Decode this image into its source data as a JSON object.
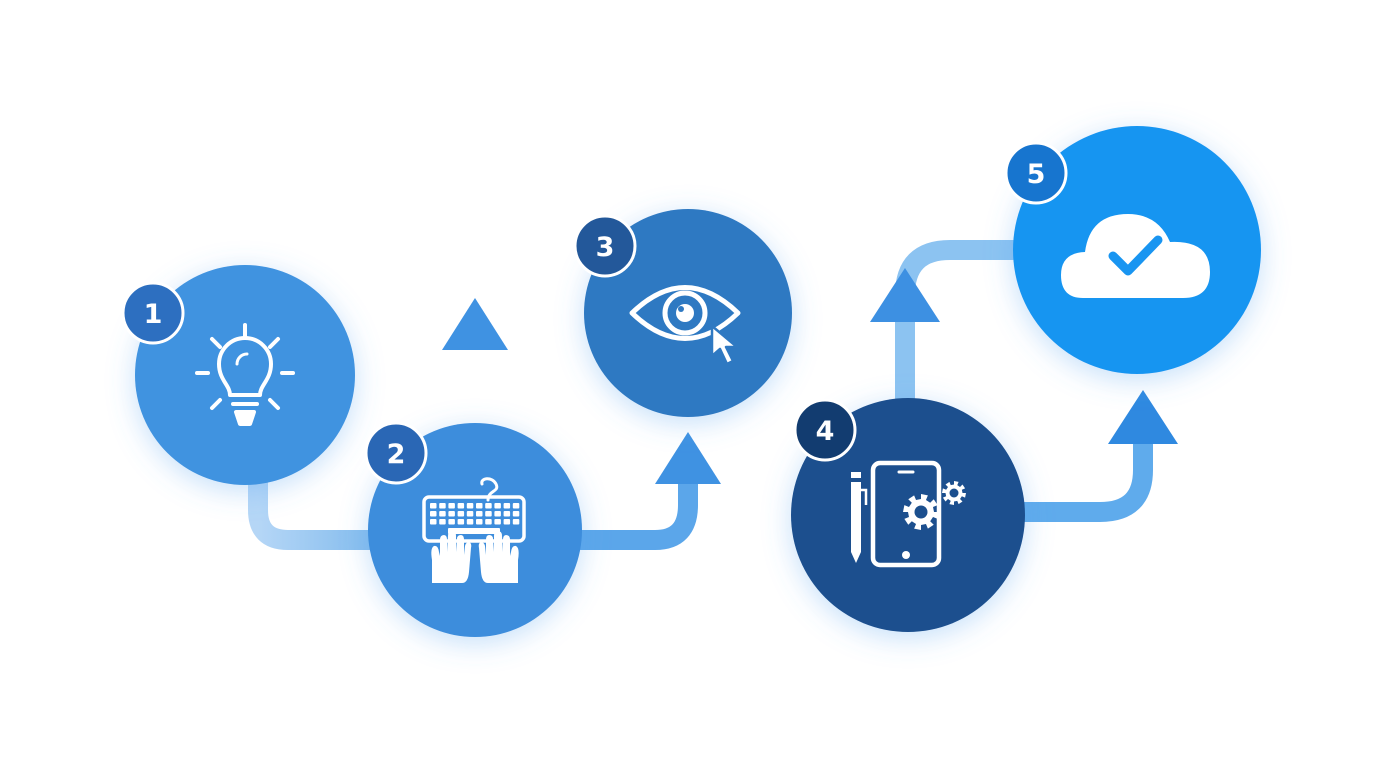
{
  "steps": [
    {
      "number": "1",
      "icon": "lightbulb-icon",
      "color": "#3f93e0",
      "badge_color": "#2d6fc0"
    },
    {
      "number": "2",
      "icon": "keyboard-hands-icon",
      "color": "#3c8ddc",
      "badge_color": "#2a67b5"
    },
    {
      "number": "3",
      "icon": "eye-cursor-icon",
      "color": "#2f79c2",
      "badge_color": "#23589a"
    },
    {
      "number": "4",
      "icon": "tablet-gears-pen-icon",
      "color": "#1b4f8e",
      "badge_color": "#123c70"
    },
    {
      "number": "5",
      "icon": "cloud-check-icon",
      "color": "#1995f1",
      "badge_color": "#1775cf"
    }
  ],
  "connector_color": "#4e9ee6"
}
